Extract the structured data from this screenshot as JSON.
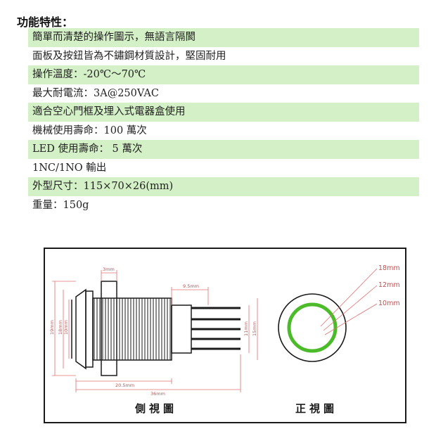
{
  "heading": "功能特性：",
  "features": [
    "簡單而清楚的操作圖示，無語言隔閡",
    "面板及按鈕皆為不鏽鋼材質設計，堅固耐用",
    "操作溫度：-20℃～70℃",
    "最大耐電流：3A@250VAC",
    "適合空心門框及埋入式電器盒使用",
    "機械使用壽命：100 萬次",
    "LED 使用壽命： 5 萬次",
    "1NC/1NO 輸出",
    "外型尺寸：115×70×26(mm)",
    "重量：150g"
  ],
  "diagram": {
    "side_view_label": "側視圖",
    "front_view_label": "正視圖",
    "dimensions": {
      "d3mm": "3mm",
      "d9_5mm": "9.5mm",
      "d19mm": "19mm",
      "d18mm": "18mm",
      "d10mm": "10mm",
      "d11mm": "11mm",
      "d15mm": "15mm",
      "d20_5mm": "20.5mm",
      "d36mm": "36mm"
    },
    "front_dimensions": {
      "outer": "18mm",
      "middle": "12mm",
      "inner": "10mm"
    },
    "colors": {
      "led_ring": "#4cbb2a",
      "dimension_line": "#e07070",
      "outline": "#1a1a1a"
    }
  }
}
